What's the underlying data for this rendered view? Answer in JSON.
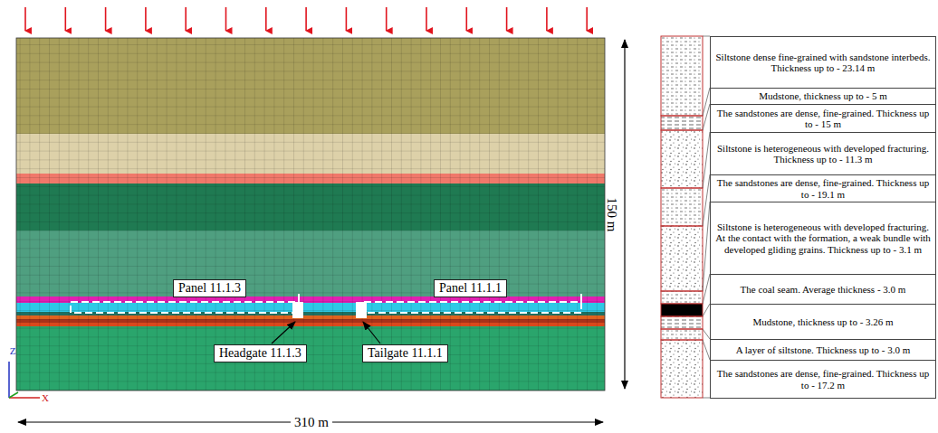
{
  "diagram": {
    "nodes": [
      {
        "text": [
          "Panel 11.1.3"
        ]
      },
      {
        "text": [
          "Panel 11.1.1"
        ]
      },
      {
        "text": [
          "Headgate 11.1.3"
        ]
      },
      {
        "text": [
          "Tailgate 11.1.1"
        ]
      },
      {
        "text": [
          "Siltstone dense fine-grained with sandstone interbeds. Thickness up to - 23.14 m"
        ]
      },
      {
        "text": [
          "Mudstone, thickness up to - 5 m"
        ]
      },
      {
        "text": [
          "The sandstones are dense, fine-grained. Thickness up to - 15 m"
        ]
      },
      {
        "text": [
          "Siltstone is heterogeneous with developed fracturing. Thickness up to - 11.3 m"
        ]
      },
      {
        "text": [
          "The sandstones are dense, fine-grained. Thickness up to - 19.1 m"
        ]
      },
      {
        "text": [
          "Siltstone is heterogeneous with developed fracturing. At the contact with the formation, a weak bundle with developed gliding grains. Thickness up to - 3.1 m"
        ]
      },
      {
        "text": [
          "The coal seam. Average thickness - 3.0 m"
        ]
      },
      {
        "text": [
          "Mudstone, thickness up to - 3.26 m"
        ]
      },
      {
        "text": [
          "A layer of siltstone. Thickness up to - 3.0 m"
        ]
      },
      {
        "text": [
          "The sandstones are dense, fine-grained. Thickness up to - 17.2 m"
        ]
      }
    ],
    "labels": [
      "150 m",
      "310 m",
      "Z",
      "X"
    ]
  }
}
